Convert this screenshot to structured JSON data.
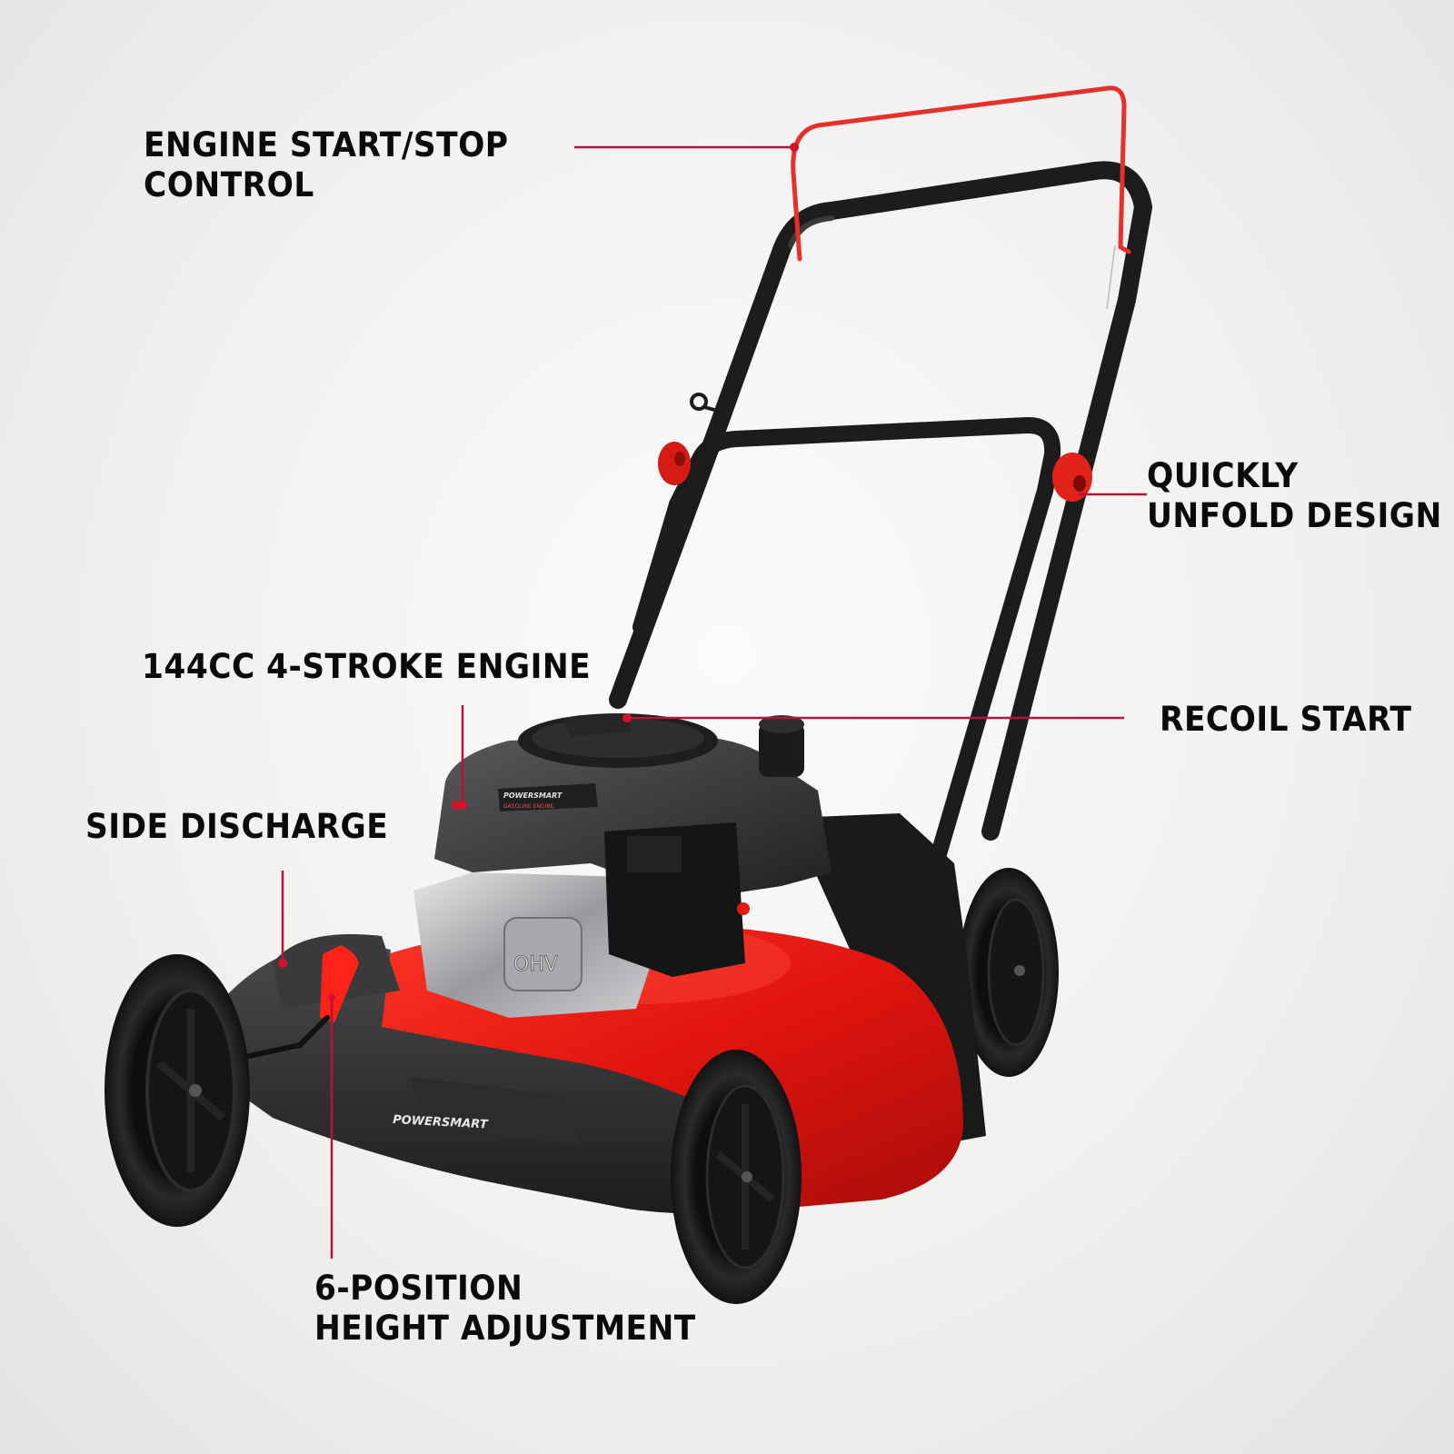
{
  "product": {
    "brand_logo_deck": "POWERSMART",
    "brand_logo_engine": "POWERSMART",
    "engine_plate_subtitle": "GASOLINE ENGINE",
    "engine_block_mark": "OHV"
  },
  "colors": {
    "background": "#f2f1ef",
    "callout_line": "#b5143a",
    "callout_dot": "#d3132c",
    "deck_red": "#e3140f",
    "handle_black": "#1c1c1c",
    "label_text": "#0a0a0a"
  },
  "callouts": [
    {
      "id": "engine-start-stop",
      "line1": "ENGINE START/STOP",
      "line2": "CONTROL"
    },
    {
      "id": "quick-unfold",
      "line1": "QUICKLY",
      "line2": "UNFOLD DESIGN"
    },
    {
      "id": "engine",
      "line1": "144CC 4-STROKE ENGINE"
    },
    {
      "id": "recoil-start",
      "line1": "RECOIL START"
    },
    {
      "id": "side-discharge",
      "line1": "SIDE DISCHARGE"
    },
    {
      "id": "height-adjust",
      "line1": "6-POSITION",
      "line2": "HEIGHT ADJUSTMENT"
    }
  ]
}
